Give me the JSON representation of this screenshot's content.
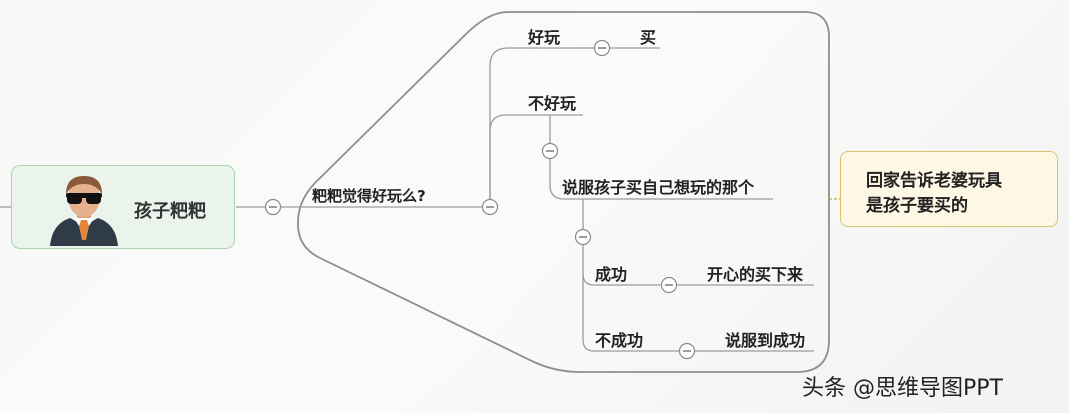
{
  "root": {
    "label": "孩子粑粑",
    "avatar_icon": "businessman-sunglasses-icon"
  },
  "question": {
    "label": "粑粑觉得好玩么?"
  },
  "fun": {
    "label": "好玩",
    "result": "买"
  },
  "not_fun": {
    "label": "不好玩",
    "action": "说服孩子买自己想玩的那个",
    "success": {
      "label": "成功",
      "result": "开心的买下来"
    },
    "failure": {
      "label": "不成功",
      "result": "说服到成功"
    }
  },
  "note": {
    "line1": "回家告诉老婆玩具",
    "line2": "是孩子要买的"
  },
  "watermark": "头条 @思维导图PPT",
  "colors": {
    "connector": "#9b9b9b",
    "boundary": "#8e8e8e",
    "root_fill": "#eaf4ec",
    "root_border": "#a9d2b0",
    "note_fill": "#fdf7e3",
    "note_border": "#d8c26a"
  }
}
